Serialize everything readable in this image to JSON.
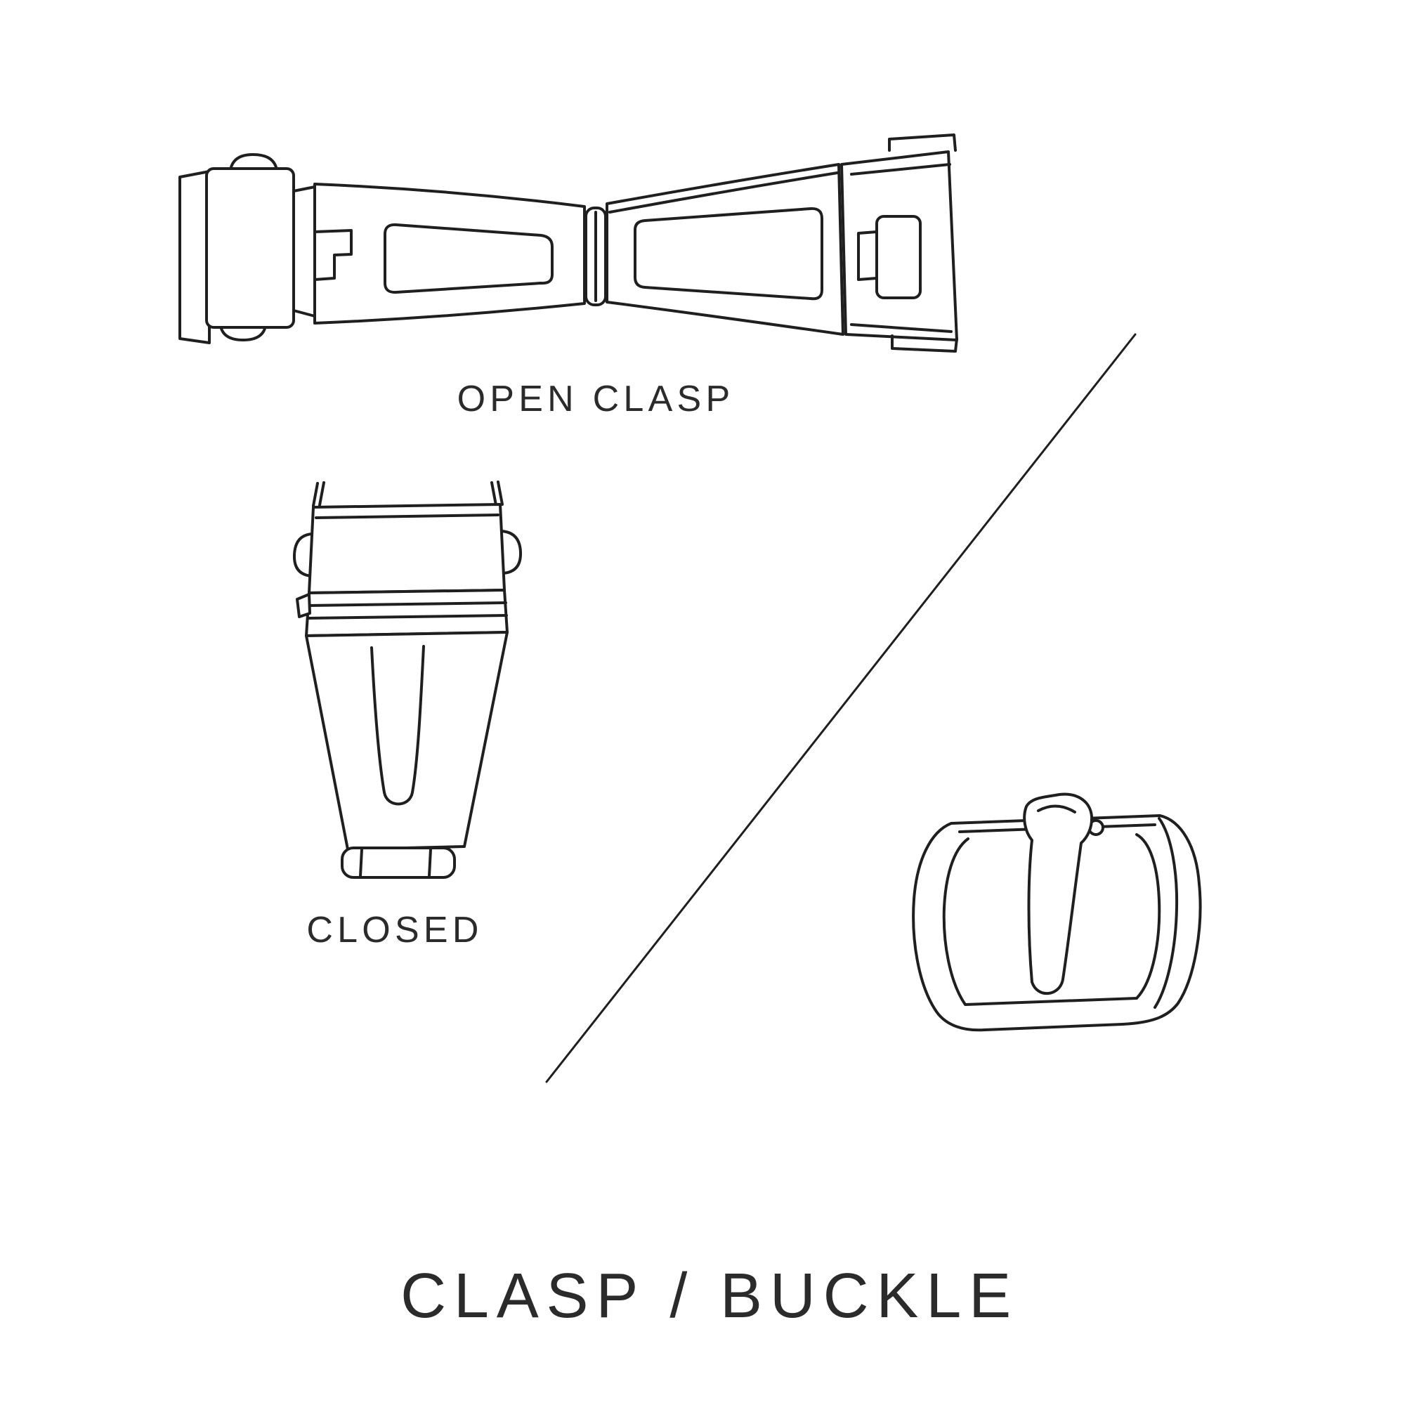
{
  "colors": {
    "background": "#ffffff",
    "line": "#1f1f1f",
    "text": "#2b2b2b"
  },
  "diagram": {
    "title": "CLASP / BUCKLE",
    "figures": [
      {
        "id": "open-clasp",
        "caption": "OPEN CLASP"
      },
      {
        "id": "closed-clasp",
        "caption": "CLOSED"
      },
      {
        "id": "tang-buckle",
        "caption": ""
      }
    ]
  }
}
